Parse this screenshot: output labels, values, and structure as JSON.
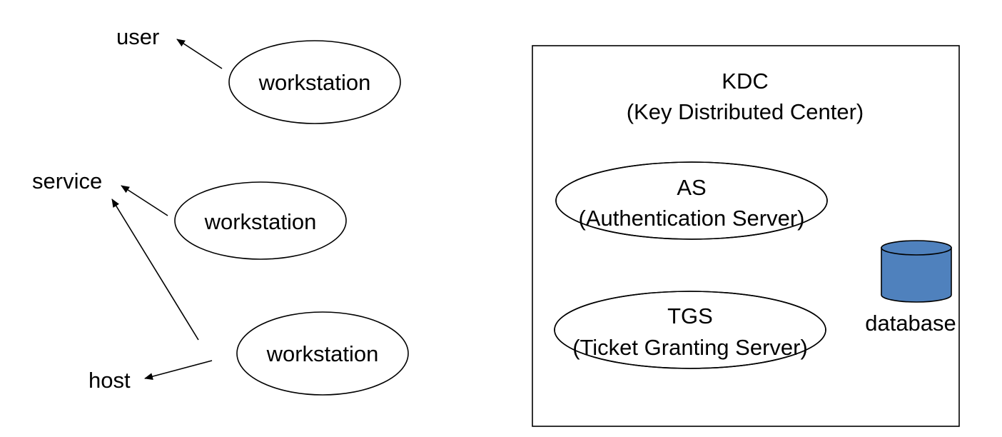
{
  "left": {
    "labels": {
      "user": "user",
      "service": "service",
      "host": "host"
    },
    "workstations": [
      {
        "label": "workstation"
      },
      {
        "label": "workstation"
      },
      {
        "label": "workstation"
      }
    ]
  },
  "kdc": {
    "title": "KDC",
    "subtitle": "(Key Distributed Center)",
    "as": {
      "name": "AS",
      "full": "(Authentication Server)"
    },
    "tgs": {
      "name": "TGS",
      "full": "(Ticket Granting Server)"
    },
    "database": {
      "label": "database",
      "color": "#4f81bd"
    }
  }
}
